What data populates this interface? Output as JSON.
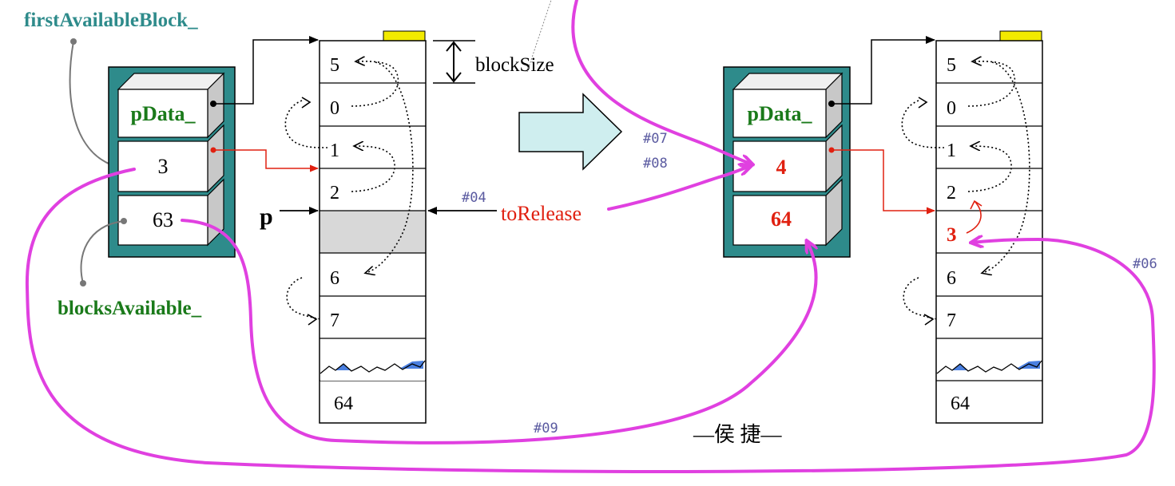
{
  "labels": {
    "first_available_block": "firstAvailableBlock_",
    "blocks_available": "blocksAvailable_",
    "block_size": "blockSize",
    "p": "p",
    "to_release": "toRelease",
    "author": "—侯 捷—"
  },
  "tags": {
    "t04": "#04",
    "t06": "#06",
    "t07": "#07",
    "t08": "#08",
    "t09": "#09"
  },
  "left_chunk": {
    "pdata": "pData_",
    "first_available": "3",
    "blocks_available": "63"
  },
  "right_chunk": {
    "pdata": "pData_",
    "first_available": "4",
    "blocks_available": "64"
  },
  "left_blocks": [
    "5",
    "0",
    "1",
    "2",
    "",
    "6",
    "7",
    "",
    "64"
  ],
  "right_blocks": [
    "5",
    "0",
    "1",
    "2",
    "3",
    "6",
    "7",
    "",
    "64"
  ],
  "colors": {
    "teal": "#2e8b8b",
    "green": "#1a7a1a",
    "red": "#e02010",
    "magenta": "#e040e0",
    "tag_blue": "#5a5aa0",
    "arrow_fill": "#cfeeef",
    "yellow": "#f2ea00",
    "gray_cell": "#d8d8d8"
  }
}
